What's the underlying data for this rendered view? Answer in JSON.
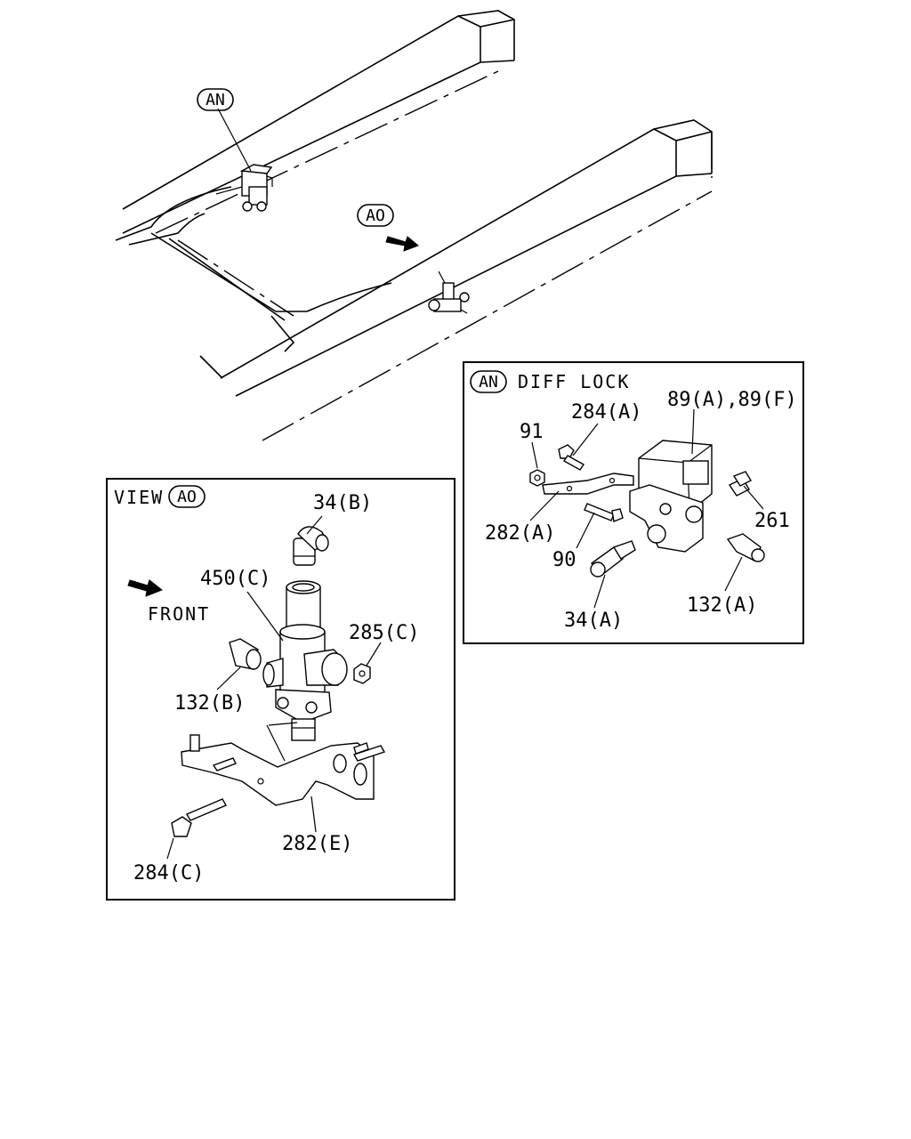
{
  "callouts": {
    "an_top": "AN",
    "ao_top": "AO",
    "an_box": "AN",
    "ao_box": "AO"
  },
  "an_box": {
    "title": "DIFF LOCK",
    "labels": {
      "p89": "89(A),89(F)",
      "p284a": "284(A)",
      "p91": "91",
      "p261": "261",
      "p282a": "282(A)",
      "p90": "90",
      "p34a": "34(A)",
      "p132a": "132(A)"
    }
  },
  "view_box": {
    "title": "VIEW",
    "front": "FRONT",
    "labels": {
      "p34b": "34(B)",
      "p450c": "450(C)",
      "p285c": "285(C)",
      "p132b": "132(B)",
      "p282e": "282(E)",
      "p284c": "284(C)"
    }
  }
}
